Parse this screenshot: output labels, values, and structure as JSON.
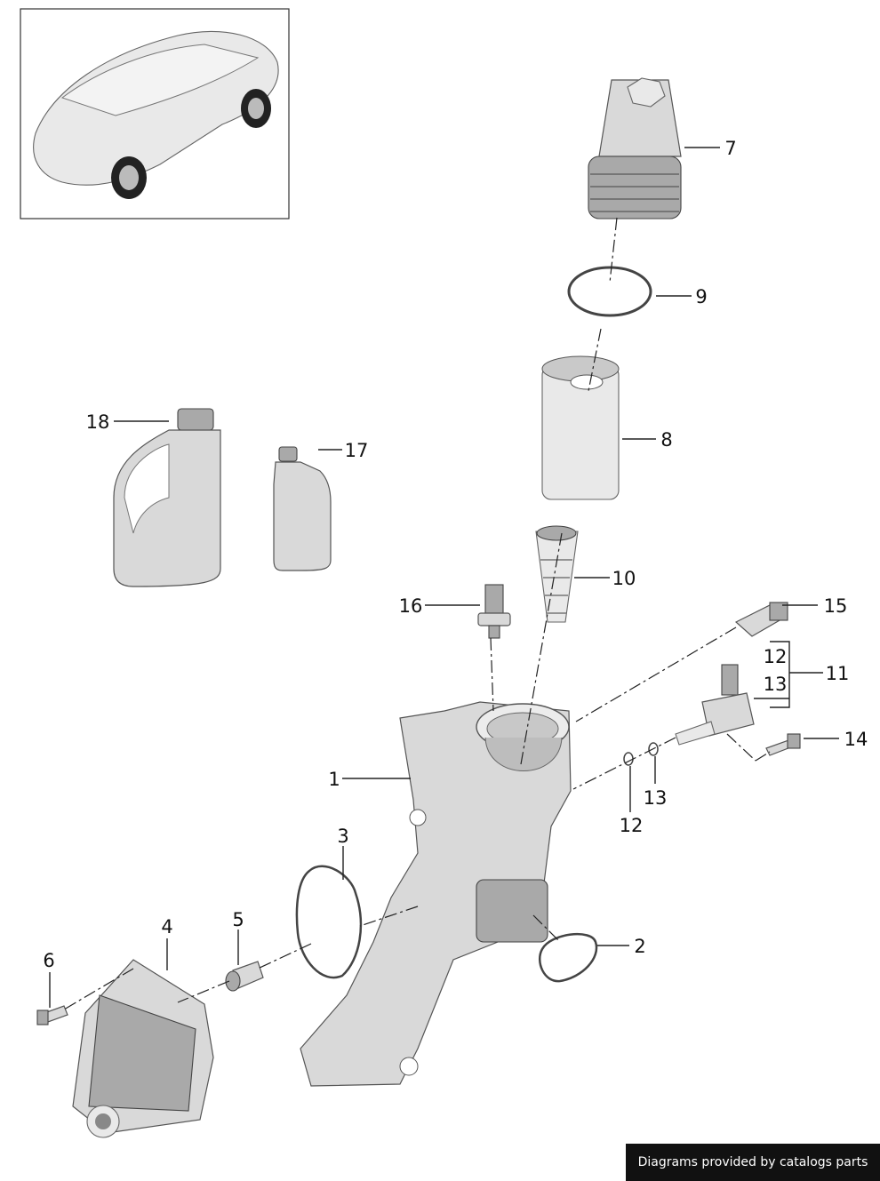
{
  "callouts": [
    {
      "id": "1",
      "label": "1"
    },
    {
      "id": "2",
      "label": "2"
    },
    {
      "id": "3",
      "label": "3"
    },
    {
      "id": "4",
      "label": "4"
    },
    {
      "id": "5",
      "label": "5"
    },
    {
      "id": "6",
      "label": "6"
    },
    {
      "id": "7",
      "label": "7"
    },
    {
      "id": "8",
      "label": "8"
    },
    {
      "id": "9",
      "label": "9"
    },
    {
      "id": "10",
      "label": "10"
    },
    {
      "id": "11",
      "label": "11"
    },
    {
      "id": "12",
      "label": "12"
    },
    {
      "id": "12b",
      "label": "12"
    },
    {
      "id": "13",
      "label": "13"
    },
    {
      "id": "13b",
      "label": "13"
    },
    {
      "id": "14",
      "label": "14"
    },
    {
      "id": "15",
      "label": "15"
    },
    {
      "id": "16",
      "label": "16"
    },
    {
      "id": "17",
      "label": "17"
    },
    {
      "id": "18",
      "label": "18"
    }
  ],
  "footer": {
    "text": "Diagrams provided by catalogs parts"
  },
  "colors": {
    "footer_bg": "#111111",
    "line": "#222222",
    "part_fill": "#d9d9d9"
  }
}
